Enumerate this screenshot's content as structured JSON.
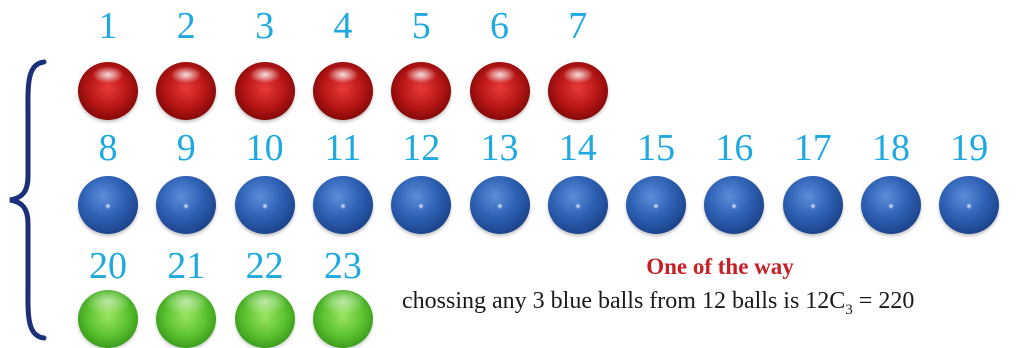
{
  "rows": [
    {
      "color": "red",
      "labels": [
        "1",
        "2",
        "3",
        "4",
        "5",
        "6",
        "7"
      ]
    },
    {
      "color": "blue",
      "labels": [
        "8",
        "9",
        "10",
        "11",
        "12",
        "13",
        "14",
        "15",
        "16",
        "17",
        "18",
        "19"
      ]
    },
    {
      "color": "green",
      "labels": [
        "20",
        "21",
        "22",
        "23"
      ]
    }
  ],
  "caption": {
    "title": "One of the way",
    "text_before": "chossing any 3 blue balls from 12 balls is 12C",
    "subscript": "3",
    "text_after": " = 220"
  },
  "colors": {
    "number_text": "#1fa9e1",
    "caption_title": "#c62026",
    "brace": "#1c2f7a",
    "red_ball": "#b81616",
    "blue_ball": "#2f62b5",
    "green_ball": "#5cc430"
  }
}
